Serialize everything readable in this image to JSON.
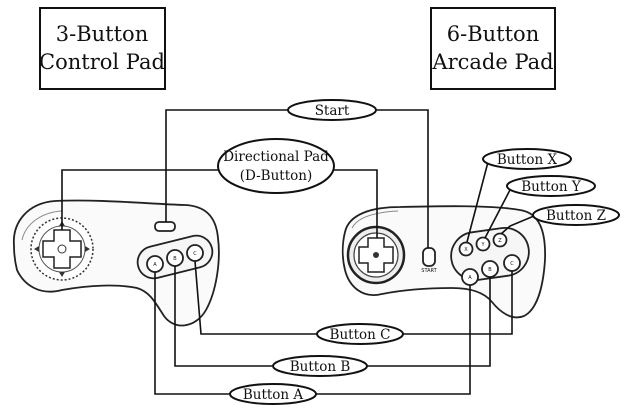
{
  "diagram": {
    "title_left": {
      "line1": "3-Button",
      "line2": "Control Pad"
    },
    "title_right": {
      "line1": "6-Button",
      "line2": "Arcade Pad"
    },
    "labels": {
      "start": "Start",
      "dpad_line1": "Directional Pad",
      "dpad_line2": "(D-Button)",
      "button_x": "Button X",
      "button_y": "Button Y",
      "button_z": "Button Z",
      "button_c": "Button C",
      "button_b": "Button B",
      "button_a": "Button A"
    },
    "controller_marks": {
      "face_a": "A",
      "face_b": "B",
      "face_c": "C",
      "face_x": "X",
      "face_y": "Y",
      "face_z": "Z",
      "start_tag": "START"
    }
  }
}
